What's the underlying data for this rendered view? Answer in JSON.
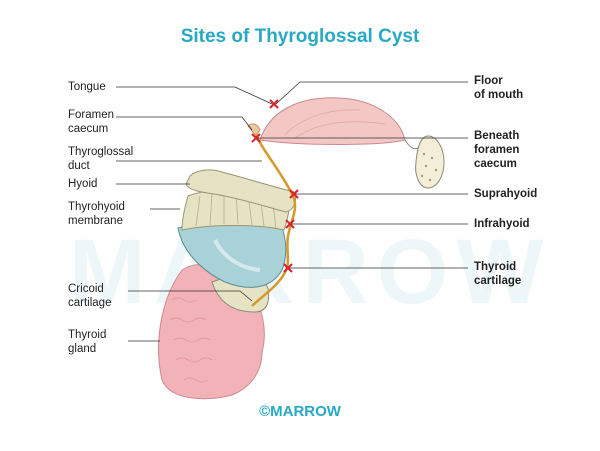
{
  "title": "Sites of Thyroglossal Cyst",
  "watermark": "MARROW",
  "footer": "©MARROW",
  "colors": {
    "title": "#27a9c4",
    "accent": "#27a9c4",
    "marker": "#d8232a",
    "duct": "#d79a2a",
    "tongue_fill": "#f3c7c4",
    "cartilage_fill": "#e6e3c4",
    "thyroid_cartilage": "#a9d1d8",
    "thyroid_gland": "#f1b3b8"
  },
  "left_labels": [
    {
      "id": "tongue",
      "text": "Tongue"
    },
    {
      "id": "foramen-caecum",
      "text": "Foramen\ncaecum"
    },
    {
      "id": "thyroglossal-duct",
      "text": "Thyroglossal\nduct"
    },
    {
      "id": "hyoid",
      "text": "Hyoid"
    },
    {
      "id": "thyrohyoid-membrane",
      "text": "Thyrohyoid\nmembrane"
    },
    {
      "id": "cricoid-cartilage",
      "text": "Cricoid\ncartilage"
    },
    {
      "id": "thyroid-gland",
      "text": "Thyroid\ngland"
    }
  ],
  "right_labels": [
    {
      "id": "floor-of-mouth",
      "text": "Floor\nof mouth"
    },
    {
      "id": "beneath-foramen-caecum",
      "text": "Beneath\nforamen\ncaecum"
    },
    {
      "id": "suprahyoid",
      "text": "Suprahyoid"
    },
    {
      "id": "infrahyoid",
      "text": "Infrahyoid"
    },
    {
      "id": "thyroid-cartilage",
      "text": "Thyroid\ncartilage"
    }
  ]
}
